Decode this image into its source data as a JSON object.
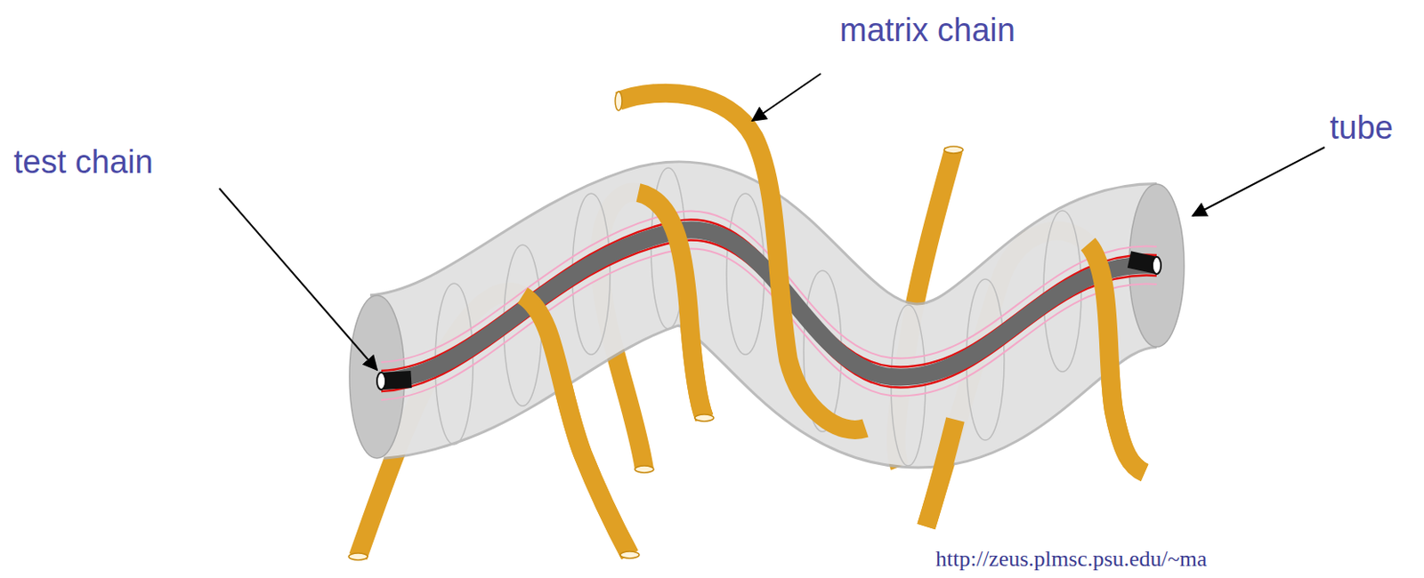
{
  "diagram": {
    "labels": [
      "test chain",
      "matrix chain",
      "tube",
      "http://zeus.plmsc.psu.edu/~ma"
    ]
  }
}
